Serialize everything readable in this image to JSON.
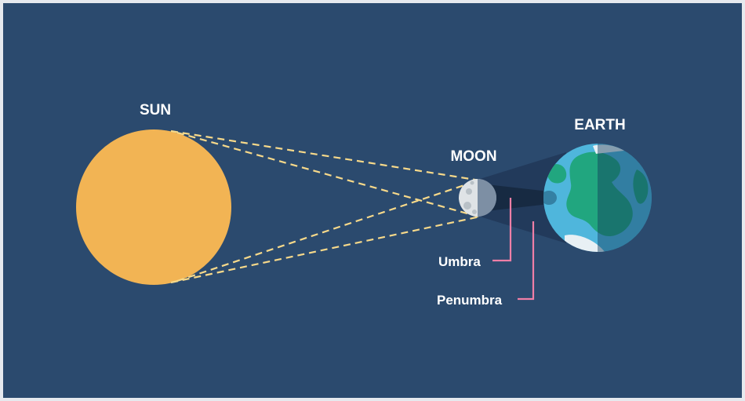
{
  "diagram": {
    "labels": {
      "sun": "SUN",
      "moon": "MOON",
      "earth": "EARTH",
      "umbra": "Umbra",
      "penumbra": "Penumbra"
    },
    "colors": {
      "background": "#2b4a6e",
      "frame": "#e6e9ee",
      "sun": "#f2b454",
      "ray": "#f7d98a",
      "moon_light": "#dfe3e6",
      "moon_dark": "#b9c1c7",
      "shadow_cone": "#1a2e48",
      "ocean": "#4fb6dc",
      "ocean_night": "#1f6f93",
      "land": "#21a67f",
      "land_night": "#1a7f63",
      "pointer": "#ef7fa6"
    }
  }
}
